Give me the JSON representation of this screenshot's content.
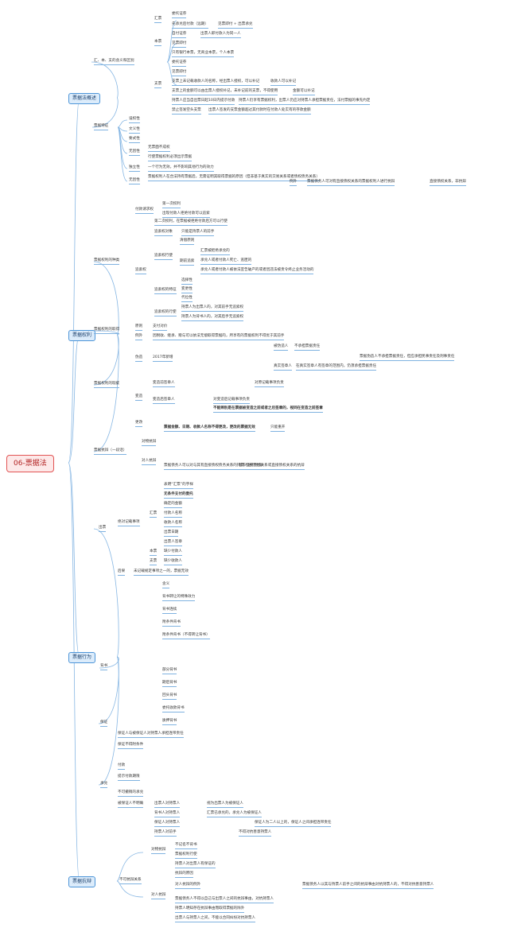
{
  "root": "06-票据法",
  "branches": {
    "b1": "票据法概述",
    "b2": "票据权利",
    "b3": "票据行为",
    "b4": "票据抗辩"
  },
  "n": {
    "a1": "汇、本、支的含义和区别",
    "a2": "汇票",
    "a3": "委托证券",
    "a4": "先承兑后付款（远期）",
    "a5": "见票即付 + 出票承兑",
    "a6": "本票",
    "a7": "自付证券",
    "a8": "出票人即付款人为同一人",
    "a9": "见票即付",
    "a10": "只有银行本票，无商业本票，个人本票",
    "a11": "支票",
    "a12": "委托证券",
    "a13": "见票即付",
    "a14": "支票上未记载收款人的名称，经出票人授权，可以补记",
    "a15": "收款人可以补记",
    "a16": "支票上的金额可以由出票人授权补记，未补记前的支票，不得使用",
    "a17": "金额可以补记",
    "a18": "持票人应当自出票日起10日内提示付款",
    "a19": "持票人仍享有票据权利，出票人仍应对持票人承担票据责任，法付票据的事先约定",
    "a20": "禁止签发空头支票",
    "a21": "出票人签发的支票金额超过其付款时在付款人处实有的存款金额",
    "a22": "票据特征",
    "a23": "设权性",
    "a24": "文义性",
    "a25": "要式性",
    "a26": "无因性",
    "a27": "无票面不成权",
    "a28": "行使票据权利必须出示票据",
    "a29": "独立性",
    "a30": "一个行为无效，并不影响其他行为的效力",
    "a31": "无因性",
    "a32": "票据权利人在合法持有票据后，无需证明其取得票据的原因（但非基于真实的交易关系或者债权债务关系）",
    "a33": "例外",
    "a34": "票据债务人可对有直接债权关系的票据权利人进行抗辩",
    "a35": "直接债权关系，非抗辩",
    "p1": "票据权利的种类",
    "p2": "付款请求权",
    "p3": "第一次权利",
    "p4": "出现付款人拒绝付款可以追索",
    "p5": "追索权",
    "p6": "第二次权利，在票据被拒绝付款后方可以行使",
    "p7": "追索权对象",
    "p8": "只能是持票人的前手",
    "p9": "追索权行使",
    "p10": "期前追索",
    "p11": "汇票被拒绝承兑的",
    "p12": "承兑人或者付款人死亡、逃匿的",
    "p13": "承兑人或者付款人被依法宣告破产的或者因违法被责令终止业务活动的",
    "p14": "清偿原则",
    "p15": "追索权的特征",
    "p16": "选择性",
    "p17": "变更性",
    "p18": "代位性",
    "p19": "追索权的行使",
    "p20": "持票人为出票人的，对其前手无追索权",
    "p21": "持票人为背书人的，对其后手无追索权",
    "p22": "票据权利的取得",
    "p23": "原则",
    "p24": "支付对价",
    "p25": "例外",
    "p26": "因税收、继承、赠与可以依法无偿取得票据的，所享有的票据权利不得优于其前手",
    "p27": "票据权利的瑕疵",
    "p28": "伪造",
    "p29": "2017年新增",
    "p30": "被伪造人",
    "p31": "不承担票据责任",
    "p32": "票据伪造人不承担票据责任，但应承担民事责任及刑事责任",
    "p33": "真实签章人",
    "p34": "在真实签章人有签章的范围内，仍须承担票据责任",
    "p35": "变造",
    "p36": "变造前签章人",
    "p37": "对原记载事项负责",
    "p38": "变造后签章人",
    "p39": "对变造后记载事项负责",
    "p40": "不能辨别是在票据被变造之前或者之后签章的，视同在变造之前签章",
    "p41": "更改",
    "p42": "票据金额、日期、收款人名称不得更改，更改的票据无效",
    "p43": "只能重开",
    "p44": "票据抗辩（一段话）",
    "p45": "对物抗辩",
    "p46": "对人抗辩",
    "p47": "票据债务人可以对与其有直接债权债务关系的持票人进行抗辩",
    "p48": "基于直接原因关系或直接债权关系的抗辩",
    "r1": "出票",
    "r2": "绝对记载事项",
    "r3": "汇票",
    "r4": "表明“汇票”的字样",
    "r5": "无条件支付的委托",
    "r6": "确定的金额",
    "r7": "付款人名称",
    "r8": "收款人名称",
    "r9": "出票日期",
    "r10": "出票人签章",
    "r11": "本票",
    "r12": "缺少付款人",
    "r13": "支票",
    "r14": "缺少收款人",
    "r15": "后果",
    "r16": "未记载规定事项之一的，票据无效",
    "r17": "背书",
    "r18": "含义",
    "r19": "背书转让的特殊效力",
    "r20": "背书连续",
    "r21": "附条件背书",
    "r22": "附条件背书（不得转让背书）",
    "r23": "部分背书",
    "r24": "期后背书",
    "r25": "回头背书",
    "r26": "委托收款背书",
    "r27": "质押背书",
    "r28": "保证",
    "r29": "保证人与被保证人对持票人承担连带责任",
    "r30": "保证不得附条件",
    "r31": "承兑",
    "r32": "付款",
    "r33": "提示付款期限",
    "r34": "不可撤销的承兑",
    "r35": "出票人对持票人",
    "r36": "背书人对持票人",
    "r37": "保证人对持票人",
    "r38": "持票人对前手",
    "r39": "不得对抗善意持票人",
    "r40": "被保证人不明确",
    "r41": "视为出票人为被保证人",
    "r42": "汇票已承兑的，承兑人为被保证人",
    "r43": "保证人为二人以上的，保证人之间承担连带责任",
    "x1": "不可抗辩关系",
    "x2": "对物抗辩",
    "x3": "对人抗辩",
    "x4": "不记名不背书",
    "x5": "票据权利行使",
    "x6": "持票人对出票人有保证的",
    "x7": "抗辩的原因",
    "x8": "对人抗辩的例外",
    "x9": "票据债务人不得以自己与出票人之间的抗辩事由，对抗持票人",
    "x10": "持票人明知存在抗辩事由而取得票据的除外",
    "x11": "出票人与持票人之间，不能以合同纠纷对抗持票人",
    "x12": "票据债务人以其与持票人前手之间的抗辩事由对抗持票人的，不得对抗善意持票人"
  }
}
